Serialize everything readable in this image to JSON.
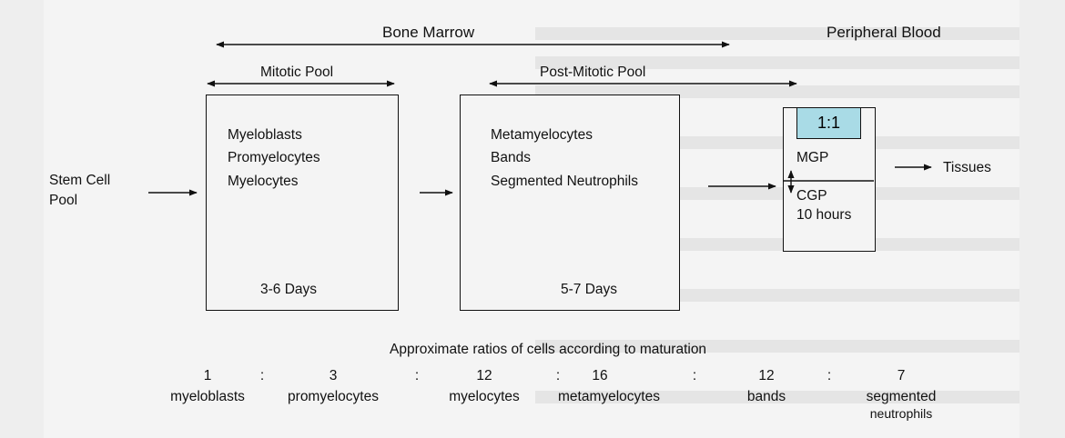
{
  "diagram": {
    "region_bone_marrow": "Bone Marrow",
    "region_peripheral_blood": "Peripheral Blood",
    "pool_mitotic": "Mitotic Pool",
    "pool_post_mitotic": "Post-Mitotic Pool",
    "stem_cell_pool": [
      "Stem Cell",
      "Pool"
    ],
    "mitotic_cells": [
      "Myeloblasts",
      "Promyelocytes",
      "Myelocytes"
    ],
    "mitotic_duration": "3-6 Days",
    "post_mitotic_cells": [
      "Metamyelocytes",
      "Bands",
      "Segmented Neutrophils"
    ],
    "post_mitotic_duration": "5-7 Days",
    "blood_ratio": "1:1",
    "mgp_label": "MGP",
    "cgp_label": "CGP",
    "cgp_time": "10 hours",
    "tissues_label": "Tissues",
    "ratios_title": "Approximate ratios of cells according to maturation",
    "ratios": [
      {
        "value": "1",
        "label": "myeloblasts"
      },
      {
        "value": "3",
        "label": "promyelocytes"
      },
      {
        "value": "12",
        "label": "myelocytes"
      },
      {
        "value": "16",
        "label": "metamyelocytes"
      },
      {
        "value": "12",
        "label": "bands"
      },
      {
        "value": "7",
        "label": "segmented",
        "label2": "neutrophils"
      }
    ],
    "ratio_separator": ":"
  },
  "colors": {
    "mgp_box": "#a9dbe6",
    "page_background": "#f4f4f4",
    "line": "#111111"
  }
}
